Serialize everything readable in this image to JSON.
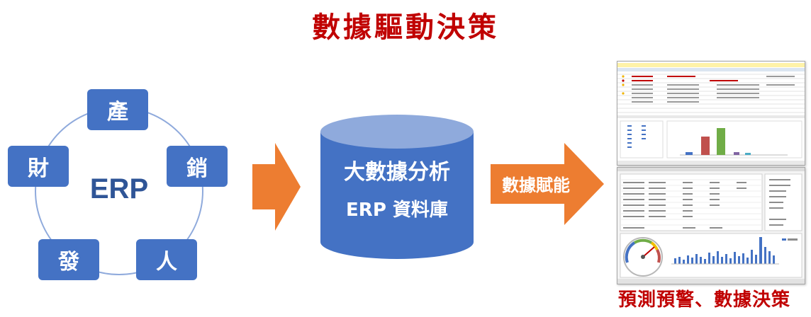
{
  "title": "數據驅動決策",
  "erp_cycle": {
    "center": "ERP",
    "nodes": [
      "產",
      "銷",
      "人",
      "發",
      "財"
    ]
  },
  "database": {
    "line1": "大數據分析",
    "line2": "ERP 資料庫"
  },
  "arrow_label": "數據賦能",
  "caption": "預測預警、數據決策",
  "colors": {
    "title_red": "#c00000",
    "node_blue": "#4472c4",
    "db_blue": "#4472c4",
    "db_top": "#8faadc",
    "arrow_orange": "#ed7d31",
    "chart_green": "#70ad47",
    "chart_red": "#c0504d"
  }
}
